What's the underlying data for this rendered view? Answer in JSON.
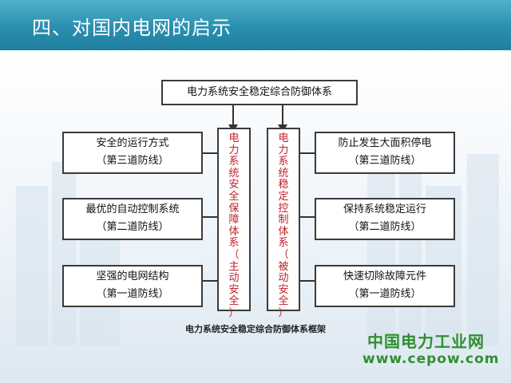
{
  "slide": {
    "title": "四、对国内电网的启示"
  },
  "diagram": {
    "top_box": "电力系统安全稳定综合防御体系",
    "left_vertical": [
      "电",
      "力",
      "系",
      "统",
      "安",
      "全",
      "保",
      "障",
      "体",
      "系",
      "（",
      "主",
      "动",
      "安",
      "全",
      "）"
    ],
    "right_vertical": [
      "电",
      "力",
      "系",
      "统",
      "稳",
      "定",
      "控",
      "制",
      "体",
      "系",
      "（",
      "被",
      "动",
      "安",
      "全",
      "）"
    ],
    "left_boxes": [
      {
        "line1": "安全的运行方式",
        "line2": "（第三道防线）"
      },
      {
        "line1": "最优的自动控制系统",
        "line2": "（第二道防线）"
      },
      {
        "line1": "坚强的电网结构",
        "line2": "（第一道防线）"
      }
    ],
    "right_boxes": [
      {
        "line1": "防止发生大面积停电",
        "line2": "（第三道防线）"
      },
      {
        "line1": "保持系统稳定运行",
        "line2": "（第二道防线）"
      },
      {
        "line1": "快速切除故障元件",
        "line2": "（第一道防线）"
      }
    ],
    "caption": "电力系统安全稳定综合防御体系框架"
  },
  "watermark": {
    "brand": "中国电力工业网",
    "url": "www.cepow.com"
  },
  "colors": {
    "header": "#2a8fb0",
    "vertical_text": "#c0202a",
    "watermark": "#2f8f2f"
  }
}
